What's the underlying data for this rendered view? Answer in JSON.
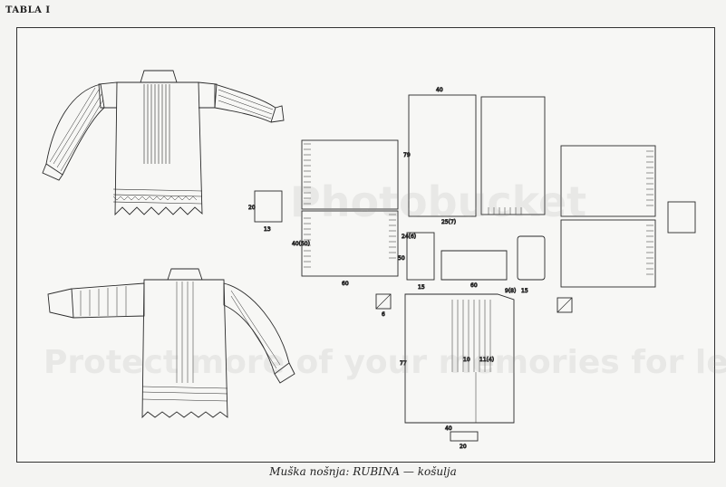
{
  "plate": {
    "label": "TABLA I"
  },
  "caption": "Muška nošnja: RUBINA — košulja",
  "watermark": {
    "brand": "Photobucket",
    "slogan": "Protect more of your memories for less!"
  },
  "dimensions": {
    "front_width": "40",
    "front_length": "79",
    "front_bottom": "25(7)",
    "sleeve_width": "60",
    "sleeve_height": "40(50)",
    "sleeve_side": "24(6)",
    "cuff_height": "20",
    "cuff_width": "13",
    "collar_length": "60",
    "small_piece": "15",
    "small_side": "50",
    "gusset": "6",
    "back_width": "40",
    "back_length": "77",
    "back_half": "20",
    "neck": "9(8)",
    "neck2": "15",
    "yoke": "10",
    "pleat": "11(4)"
  },
  "colors": {
    "ink": "#2a2a2a",
    "paper": "#f7f7f5"
  }
}
